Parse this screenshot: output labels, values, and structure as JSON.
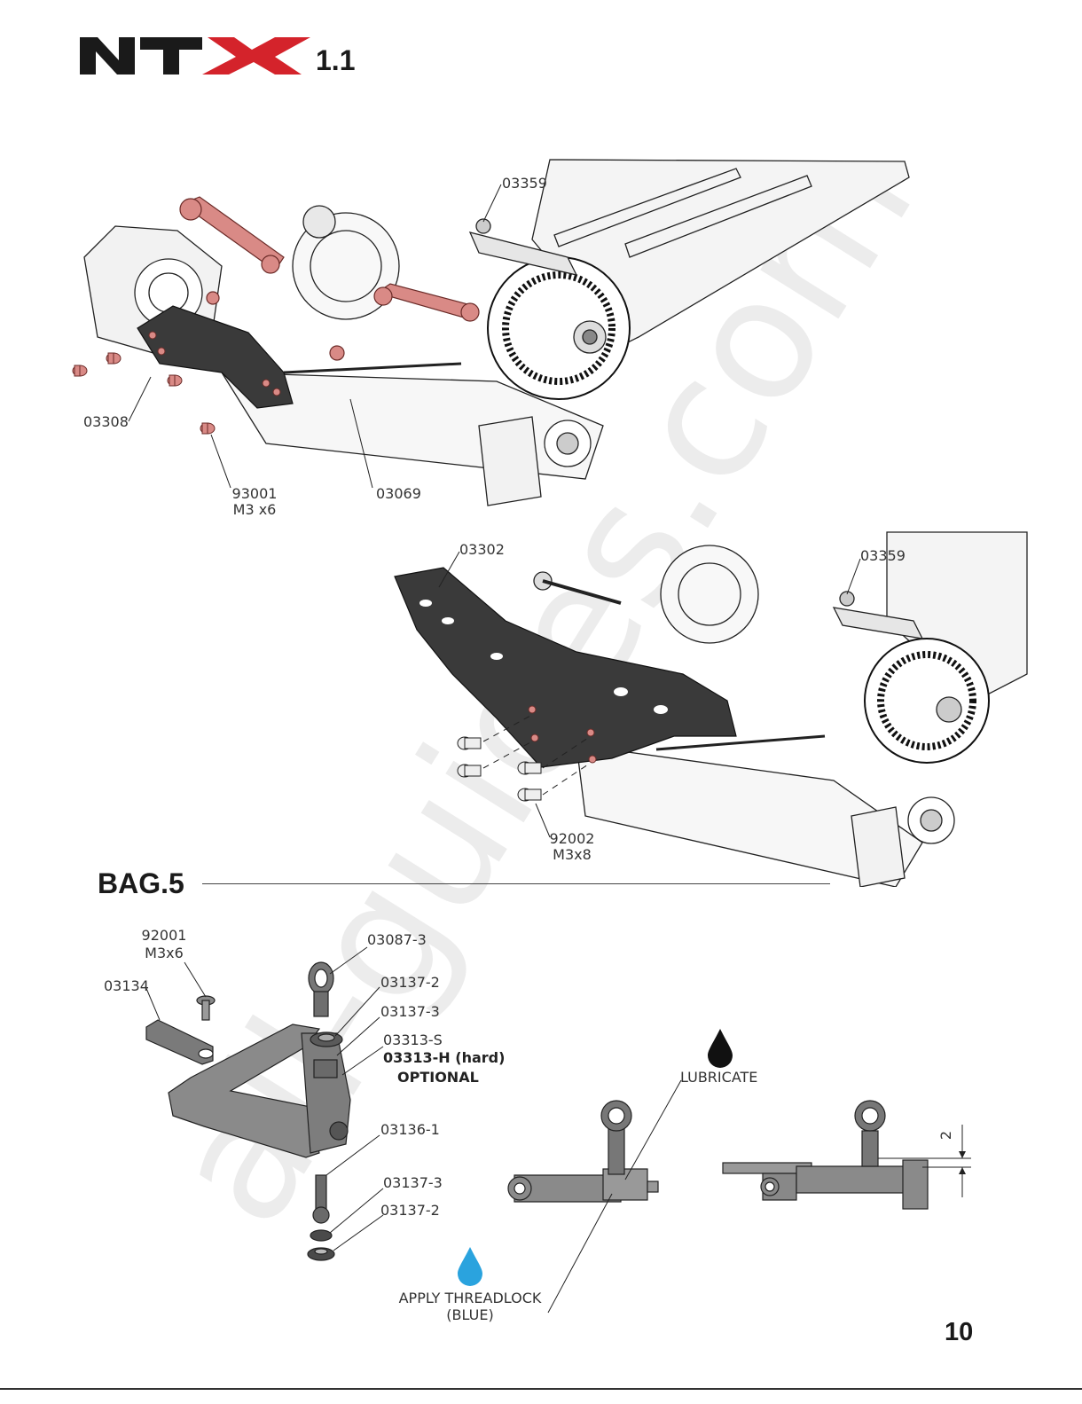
{
  "header": {
    "logo_text": "NTX",
    "logo_version": "1.1"
  },
  "diagram1": {
    "labels": {
      "top_part": "03359",
      "left_plate": "03308",
      "screw_part": "93001",
      "screw_size": "M3 x6",
      "brace": "03069"
    }
  },
  "diagram2": {
    "labels": {
      "plate": "03302",
      "top_part": "03359",
      "screw_part": "92002",
      "screw_size": "M3x8"
    }
  },
  "bag": {
    "title": "BAG.5"
  },
  "diagram3": {
    "labels": {
      "screw_part": "92001",
      "screw_size": "M3x6",
      "arm": "03134",
      "ball_end": "03087-3",
      "washer_top_2": "03137-2",
      "washer_top_3": "03137-3",
      "spring_soft": "03313-S",
      "spring_hard": "03313-H (hard)",
      "optional": "OPTIONAL",
      "ball_stud": "03136-1",
      "washer_bottom_3": "03137-3",
      "washer_bottom_2": "03137-2",
      "lubricate": "LUBRICATE",
      "threadlock": "APPLY THREADLOCK",
      "threadlock_color": "(BLUE)",
      "gap_dim": "2"
    }
  },
  "watermark": "all-guides.com",
  "page_number": "10",
  "colors": {
    "logo_black": "#1a1a1a",
    "logo_red": "#d4232b",
    "highlight_red": "#d98a86",
    "threadlock_blue": "#2aa3de",
    "carbon": "#3a3a3a"
  }
}
